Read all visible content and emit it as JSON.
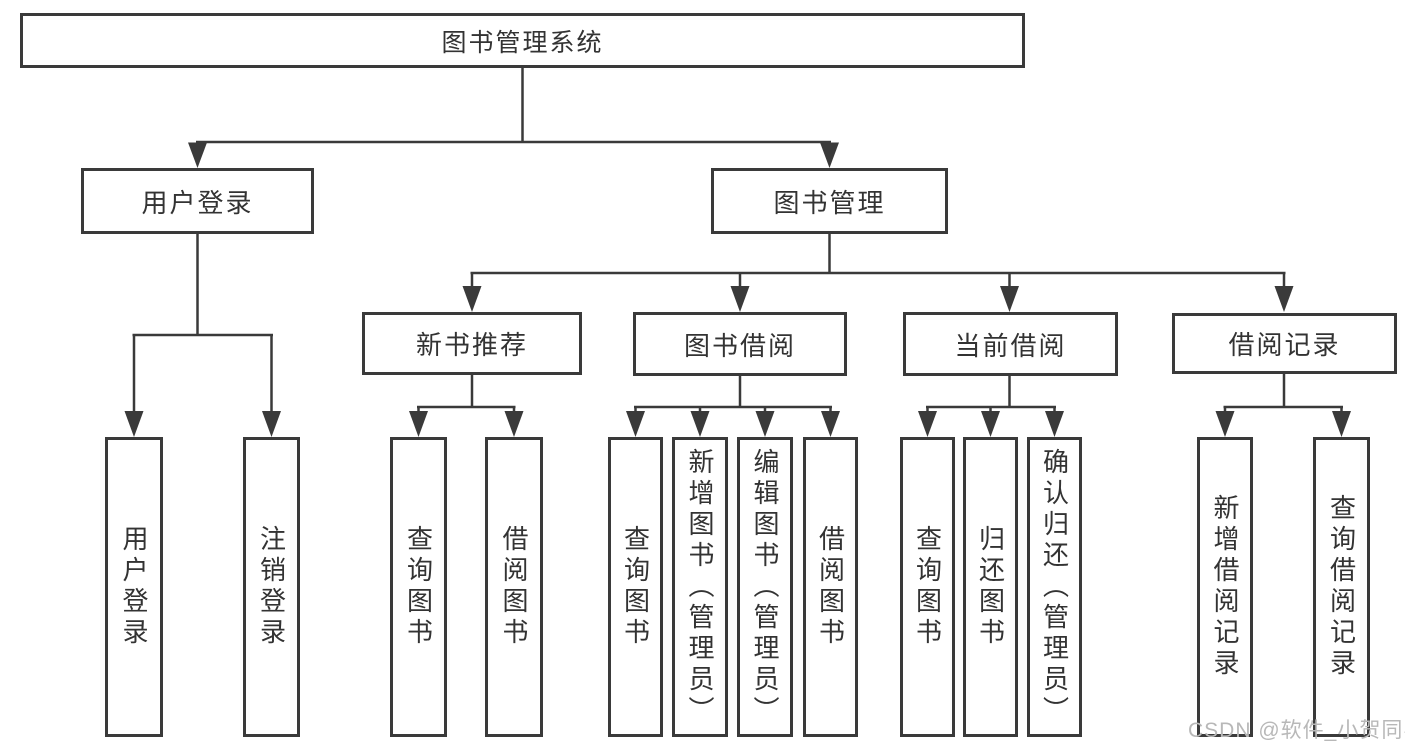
{
  "diagram_type": "hierarchy-tree",
  "colors": {
    "line": "#3a3a3a",
    "box_border": "#3a3a3a",
    "text": "#333333",
    "background": "#ffffff",
    "watermark": "#b8b8b8"
  },
  "tree": {
    "label": "图书管理系统",
    "children": [
      {
        "label": "用户登录",
        "children": [
          {
            "label": "用户登录"
          },
          {
            "label": "注销登录"
          }
        ]
      },
      {
        "label": "图书管理",
        "children": [
          {
            "label": "新书推荐",
            "children": [
              {
                "label": "查询图书"
              },
              {
                "label": "借阅图书"
              }
            ]
          },
          {
            "label": "图书借阅",
            "children": [
              {
                "label": "查询图书"
              },
              {
                "label": "新增图书（管理员）"
              },
              {
                "label": "编辑图书（管理员）"
              },
              {
                "label": "借阅图书"
              }
            ]
          },
          {
            "label": "当前借阅",
            "children": [
              {
                "label": "查询图书"
              },
              {
                "label": "归还图书"
              },
              {
                "label": "确认归还（管理员）"
              }
            ]
          },
          {
            "label": "借阅记录",
            "children": [
              {
                "label": "新增借阅记录"
              },
              {
                "label": "查询借阅记录"
              }
            ]
          }
        ]
      }
    ]
  },
  "watermark": {
    "text": "CSDN @软件_小贺同学"
  }
}
